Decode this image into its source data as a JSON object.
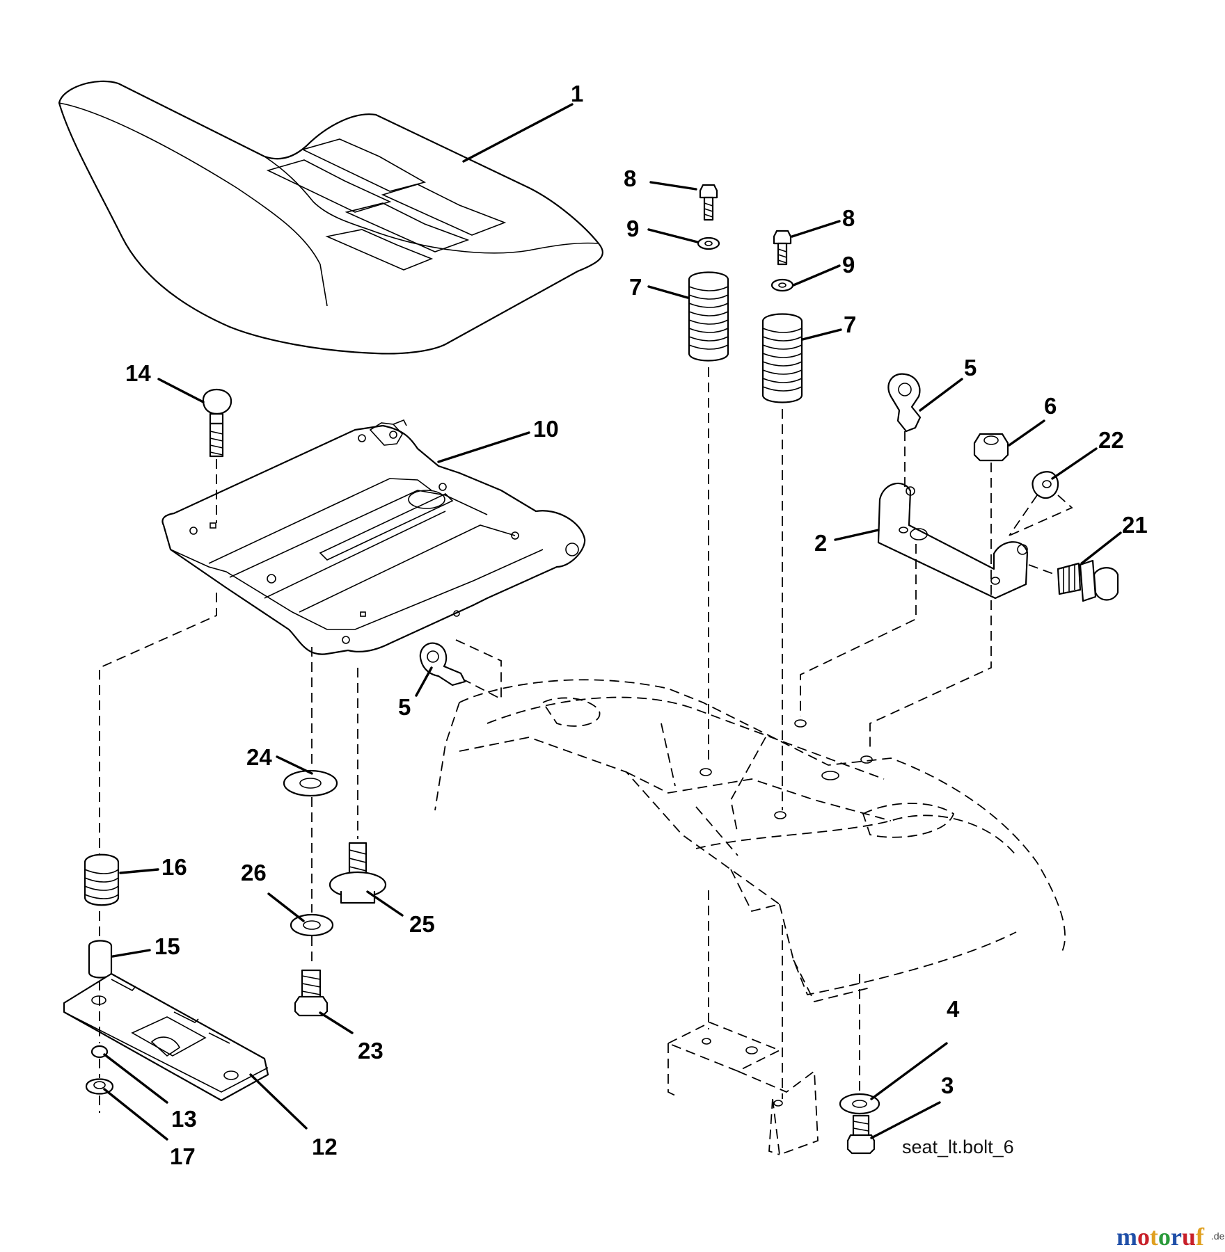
{
  "diagram": {
    "reference_code": "seat_lt.bolt_6",
    "callouts": [
      "1",
      "2",
      "3",
      "4",
      "5",
      "5",
      "6",
      "7",
      "7",
      "8",
      "8",
      "9",
      "9",
      "10",
      "12",
      "13",
      "14",
      "15",
      "16",
      "17",
      "21",
      "22",
      "23",
      "24",
      "25",
      "26"
    ]
  },
  "watermark": {
    "text": "motoruf",
    "tld": ".de",
    "colors": [
      "#1f4fa8",
      "#c8202a",
      "#e0a020",
      "#2a9a3a"
    ]
  }
}
